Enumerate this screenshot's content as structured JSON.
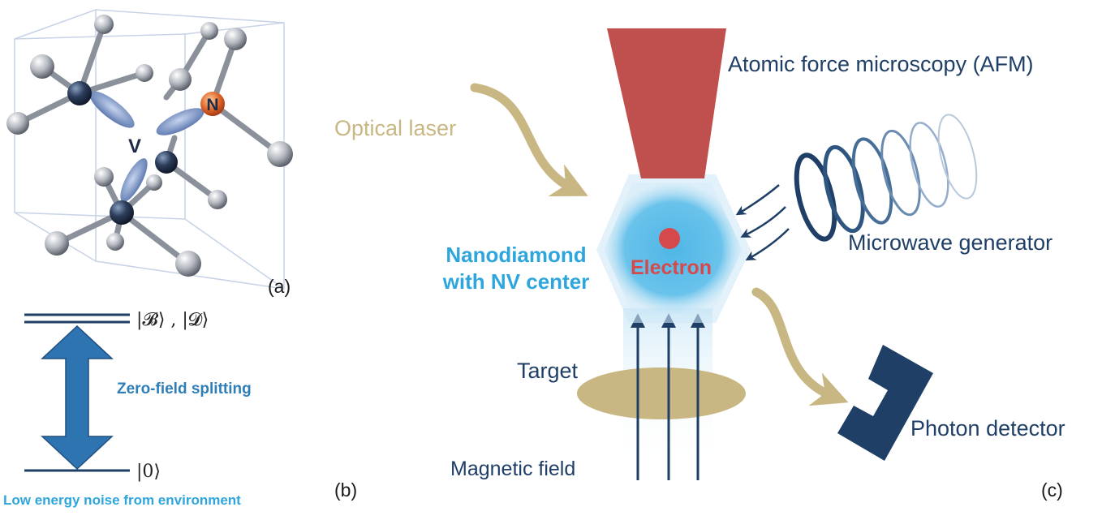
{
  "panels": {
    "a": "(a)",
    "b": "(b)",
    "c": "(c)"
  },
  "crystal": {
    "vacancy": "V",
    "nitrogen": "N"
  },
  "energy": {
    "upper_states": "|𝓑⟩ , |𝓓⟩",
    "lower_state": "|0⟩",
    "splitting": "Zero-field splitting",
    "noise": "Low energy noise from environment"
  },
  "setup": {
    "afm": "Atomic force microscopy (AFM)",
    "laser": "Optical laser",
    "nanodiamond_line1": "Nanodiamond",
    "nanodiamond_line2": "with NV center",
    "electron": "Electron",
    "microwave": "Microwave generator",
    "target": "Target",
    "photon_detector": "Photon detector",
    "magnetic_field": "Magnetic field"
  },
  "colors": {
    "afm_tip": "#c0504d",
    "laser_arrow": "#c8b783",
    "nanodiamond": "#4fb6e6",
    "electron": "#d6494b",
    "navy": "#1f3f66",
    "cyan_text": "#2ea6dd",
    "splitting_text": "#2e7fb8"
  }
}
